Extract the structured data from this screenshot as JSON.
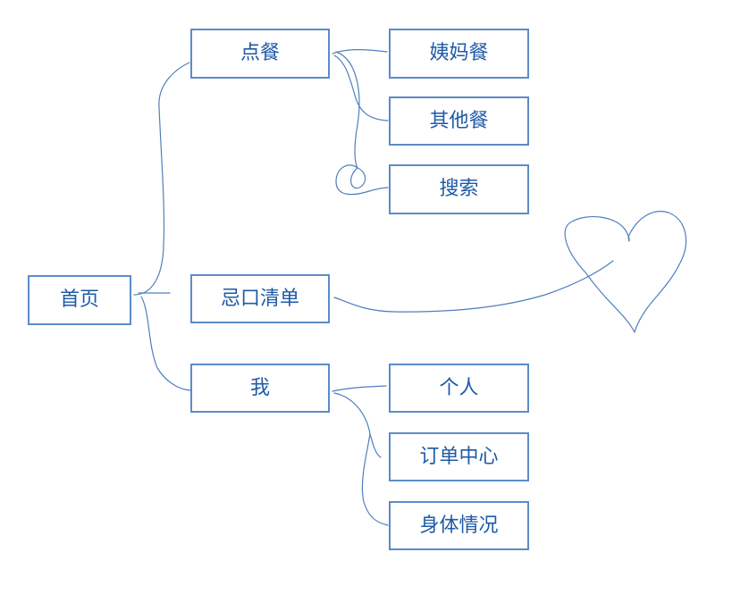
{
  "diagram": {
    "colors": {
      "border": "#5b8cc8",
      "text": "#1f5aa6",
      "line": "#4f7fbf",
      "background": "#ffffff"
    },
    "root": {
      "label": "首页"
    },
    "branches": {
      "order": {
        "label": "点餐"
      },
      "avoid_list": {
        "label": "忌口清单"
      },
      "me": {
        "label": "我"
      }
    },
    "leaves": {
      "auntie_meal": {
        "label": "姨妈餐"
      },
      "other_meal": {
        "label": "其他餐"
      },
      "search": {
        "label": "搜索"
      },
      "personal": {
        "label": "个人"
      },
      "order_center": {
        "label": "订单中心"
      },
      "health_status": {
        "label": "身体情况"
      }
    }
  }
}
